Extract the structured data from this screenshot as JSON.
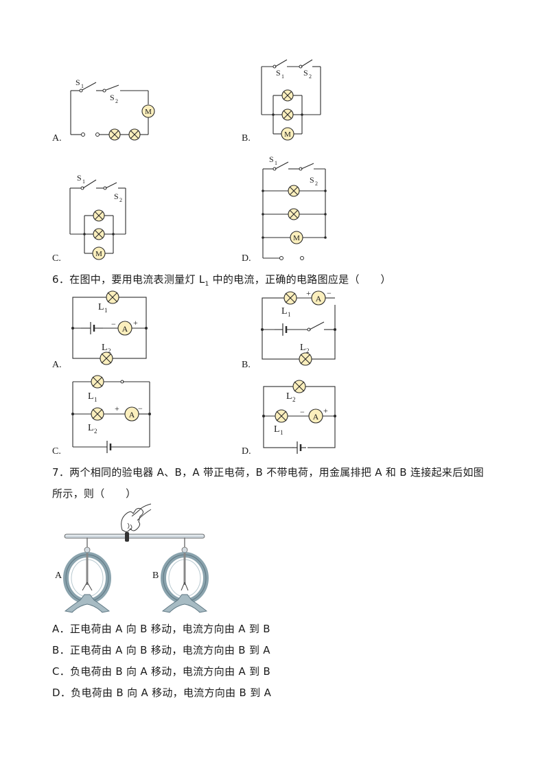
{
  "q5": {
    "options": {
      "A": "A.",
      "B": "B.",
      "C": "C.",
      "D": "D."
    },
    "labels": {
      "s1": "S",
      "s1_sub": "1",
      "s2": "S",
      "s2_sub": "2",
      "motor": "M"
    }
  },
  "q6": {
    "stem_pre": "6．在图中，要用电流表测量灯 L",
    "stem_sub": "1",
    "stem_post": " 中的电流，正确的电路图应是（　　）",
    "options": {
      "A": "A.",
      "B": "B.",
      "C": "C.",
      "D": "D."
    },
    "labels": {
      "L": "L",
      "L1_sub": "1",
      "L2_sub": "2",
      "ammeter": "A",
      "plus": "+",
      "minus": "−"
    }
  },
  "q7": {
    "stem_line1": "7．两个相同的验电器 A、B，A 带正电荷，B 不带电荷，用金属排把 A 和 B 连接起来后如图",
    "stem_line2": "所示，则（　　）",
    "figure_labels": {
      "A": "A",
      "B": "B"
    },
    "options": [
      "A．正电荷由 A 向 B 移动，电流方向由 A 到 B",
      "B．正电荷由 A 向 B 移动，电流方向由 B 到 A",
      "C．负电荷由 B 向 A 移动，电流方向由 A 到 B",
      "D．负电荷由 B 向 A 移动，电流方向由 B 到 A"
    ]
  }
}
